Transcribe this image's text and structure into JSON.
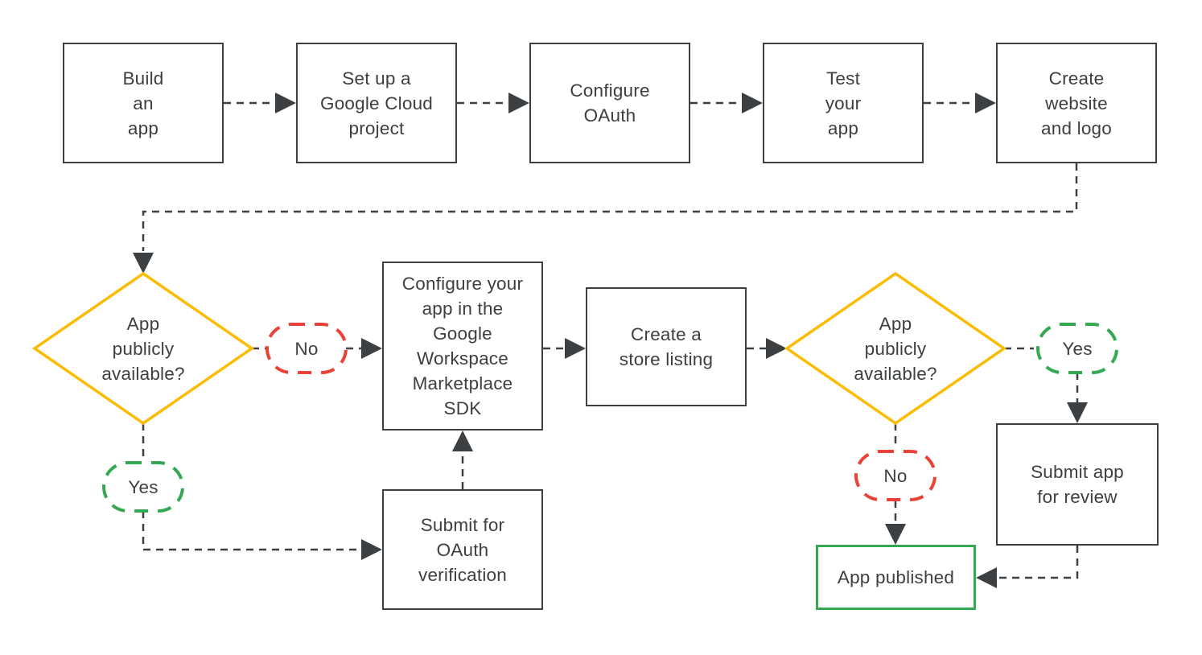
{
  "colors": {
    "line_dark": "#3c4043",
    "text": "#3c4043",
    "decision_outline_yellow": "#FBBC04",
    "no_outline_red": "#EA4335",
    "yes_outline_green": "#34A853",
    "published_outline_green": "#34A853",
    "background": "#ffffff"
  },
  "nodes": {
    "build_app": {
      "label": "Build\nan\napp"
    },
    "cloud_project": {
      "label": "Set up a\nGoogle Cloud\nproject"
    },
    "configure_oauth": {
      "label": "Configure\nOAuth"
    },
    "test_app": {
      "label": "Test\nyour\napp"
    },
    "create_website": {
      "label": "Create\nwebsite\nand logo"
    },
    "decision_1": {
      "label": "App\npublicly\navailable?"
    },
    "no_1": {
      "label": "No"
    },
    "yes_1": {
      "label": "Yes"
    },
    "sdk": {
      "label": "Configure your\napp in the\nGoogle\nWorkspace\nMarketplace\nSDK"
    },
    "oauth_verification": {
      "label": "Submit for\nOAuth\nverification"
    },
    "store_listing": {
      "label": "Create a\nstore listing"
    },
    "decision_2": {
      "label": "App\npublicly\navailable?"
    },
    "yes_2": {
      "label": "Yes"
    },
    "no_2": {
      "label": "No"
    },
    "submit_review": {
      "label": "Submit app\nfor review"
    },
    "app_published": {
      "label": "App published"
    }
  }
}
